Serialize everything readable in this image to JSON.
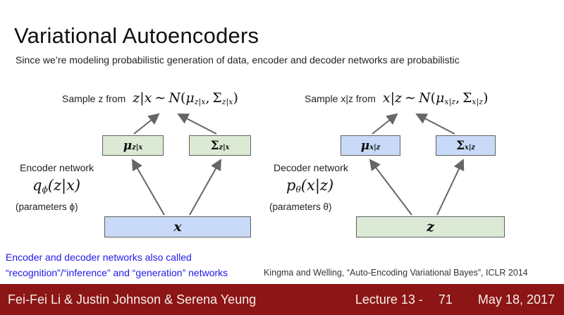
{
  "slide": {
    "title": "Variational Autoencoders",
    "subtitle": "Since we’re modeling probabilistic generation of data, encoder and decoder networks are probabilistic",
    "footnote_line1": "Encoder and decoder networks also called",
    "footnote_line2": "“recognition”/“inference” and “generation” networks",
    "citation": "Kingma and Welling, “Auto-Encoding Variational Bayes”, ICLR 2014"
  },
  "encoder": {
    "sample_label": "Sample z from",
    "formula": {
      "lhs": "z|x",
      "sim": "∼",
      "cal": "N",
      "open": "(",
      "mu": "μ",
      "mu_sub": "z|x",
      "sep": ",",
      "sigma": "Σ",
      "sigma_sub": "z|x",
      "close": ")"
    },
    "box_mu": {
      "sym": "μ",
      "sub": "z|x"
    },
    "box_sigma": {
      "sym": "Σ",
      "sub": "z|x"
    },
    "box_input": "x",
    "network_label": "Encoder network",
    "net_formula": {
      "base": "q",
      "base_sub": "ϕ",
      "args": "(z|x)"
    },
    "params_label": "(parameters ϕ)"
  },
  "decoder": {
    "sample_label": "Sample x|z from",
    "formula": {
      "lhs": "x|z",
      "sim": "∼",
      "cal": "N",
      "open": "(",
      "mu": "μ",
      "mu_sub": "x|z",
      "sep": ",",
      "sigma": "Σ",
      "sigma_sub": "x|z",
      "close": ")"
    },
    "box_mu": {
      "sym": "μ",
      "sub": "x|z"
    },
    "box_sigma": {
      "sym": "Σ",
      "sub": "x|z"
    },
    "box_input": "z",
    "network_label": "Decoder network",
    "net_formula": {
      "base": "p",
      "base_sub": "θ",
      "args": "(x|z)"
    },
    "params_label": "(parameters θ)"
  },
  "footer": {
    "authors": "Fei-Fei Li & Justin Johnson & Serena Yeung",
    "lecture_label": "Lecture 13 -",
    "slide_number": "71",
    "date": "May 18, 2017"
  },
  "colors": {
    "footer_red": "#8C1515",
    "box_green": "#dcead5",
    "box_blue": "#c9daf8",
    "link_blue": "#2019e8",
    "arrow_gray": "#666666"
  }
}
